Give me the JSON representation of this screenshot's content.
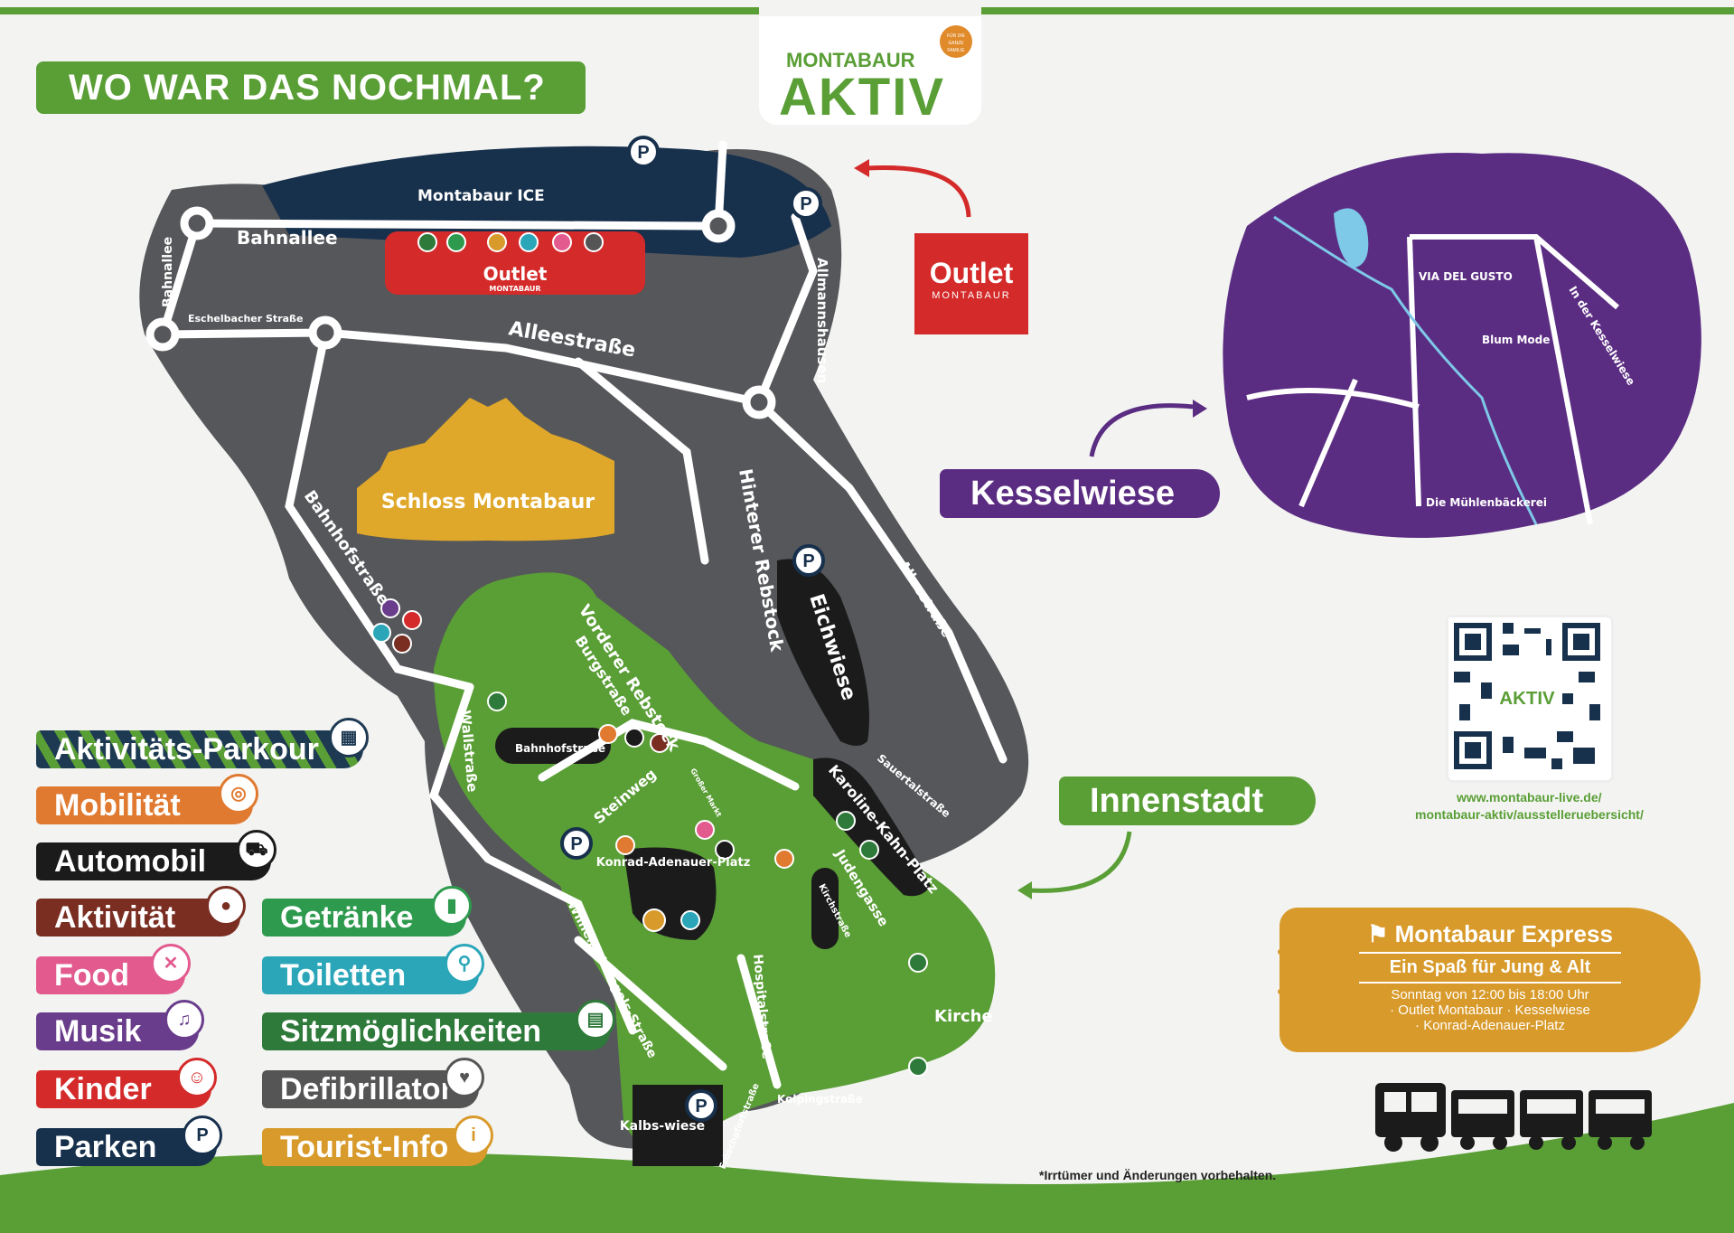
{
  "header": {
    "title": "WO WAR DAS NOCHMAL?",
    "logo_top": "MONTABAUR",
    "logo_main": "AKTIV",
    "logo_badge": "FÜR DIE GANZE FAMILIE"
  },
  "map": {
    "streets": {
      "bahnallee_top": "Bahnallee",
      "bahnallee_side": "Bahnallee",
      "eschelbacher": "Eschelbacher Straße",
      "alleestrasse": "Alleestraße",
      "allmannshausen": "Allmannshausen",
      "hinterer_rebstock": "Hinterer Rebstock",
      "bahnhofstrasse_diag": "Bahnhofstraße",
      "vorderer_rebstock": "Vorderer Rebstock",
      "burgstrasse": "Burgstraße",
      "wallstrasse": "Wallstraße",
      "bahnhofstrasse_label": "Bahnhofstraße",
      "steinweg": "Steinweg",
      "grosser_markt": "Großer Markt",
      "sauertalstrasse": "Sauertalstraße",
      "alleestrasse_right": "Alleestraße",
      "karoline_kahn": "Karoline-Kahn-Platz",
      "judengasse": "Judengasse",
      "kirchstrasse": "Kirchstraße",
      "konrad": "Konrad-Adenauer-Platz",
      "wilhelm": "Wilhelm-Mangels-Straße",
      "hospitalstrasse": "Hospitalstraße",
      "froeschpfortstrasse": "Fröschpfortstraße",
      "kolpingstrasse": "Kolpingstraße"
    },
    "places": {
      "montabaur_ice": "Montabaur ICE",
      "outlet": "Outlet",
      "outlet_sub": "MONTABAUR",
      "schloss": "Schloss Montabaur",
      "eichwiese": "Eichwiese",
      "kalbswiese": "Kalbs-wiese",
      "kirche": "Kirche"
    },
    "outlet_box": {
      "title": "Outlet",
      "sub": "MONTABAUR"
    },
    "kesselwiese_map": {
      "via_del_gusto": "VIA DEL GUSTO",
      "blum_mode": "Blum Mode",
      "in_der_kesselwiese": "In der Kesselwiese",
      "muehlenbaeckerei": "Die Mühlenbäckerei"
    }
  },
  "pills": {
    "kesselwiese": "Kesselwiese",
    "innenstadt": "Innenstadt"
  },
  "legend": [
    {
      "label": "Aktivitäts-Parkour",
      "color": "#1e3a52",
      "icon": "stripes-icon"
    },
    {
      "label": "Mobilität",
      "color": "#e07a30",
      "icon": "target-icon"
    },
    {
      "label": "Automobil",
      "color": "#1b1b1b",
      "icon": "car-icon"
    },
    {
      "label": "Aktivität",
      "color": "#7a2e22",
      "icon": "pingpong-icon"
    },
    {
      "label": "Food",
      "color": "#e25a8e",
      "icon": "cutlery-icon"
    },
    {
      "label": "Musik",
      "color": "#6a3c8c",
      "icon": "music-icon"
    },
    {
      "label": "Kinder",
      "color": "#d42a2a",
      "icon": "children-icon"
    },
    {
      "label": "Parken",
      "color": "#17304c",
      "icon": "parking-icon"
    },
    {
      "label": "Getränke",
      "color": "#2e9a4e",
      "icon": "drink-icon"
    },
    {
      "label": "Toiletten",
      "color": "#2aa6b8",
      "icon": "toilet-icon"
    },
    {
      "label": "Sitzmöglichkeiten",
      "color": "#2e7a3a",
      "icon": "bench-icon"
    },
    {
      "label": "Defibrillator",
      "color": "#555555",
      "icon": "heart-icon"
    },
    {
      "label": "Tourist-Info",
      "color": "#d89a2a",
      "icon": "info-icon"
    }
  ],
  "qr": {
    "url_1": "www.montabaur-live.de/",
    "url_2": "montabaur-aktiv/ausstelleruebersicht/"
  },
  "express": {
    "title": "Montabaur Express",
    "subtitle": "Ein Spaß für Jung & Alt",
    "time": "Sonntag von 12:00 bis 18:00 Uhr",
    "stops_1": "· Outlet Montabaur  · Kesselwiese",
    "stops_2": "· Konrad-Adenauer-Platz"
  },
  "footnote": "*Irrtümer und Änderungen vorbehalten.",
  "colors": {
    "green": "#5a9e36",
    "dark_gray": "#55575a",
    "navy": "#17304c",
    "purple": "#5b2d82",
    "outlet_red": "#d42a2a",
    "gold": "#e0a82a",
    "express_gold": "#d89a2a"
  }
}
